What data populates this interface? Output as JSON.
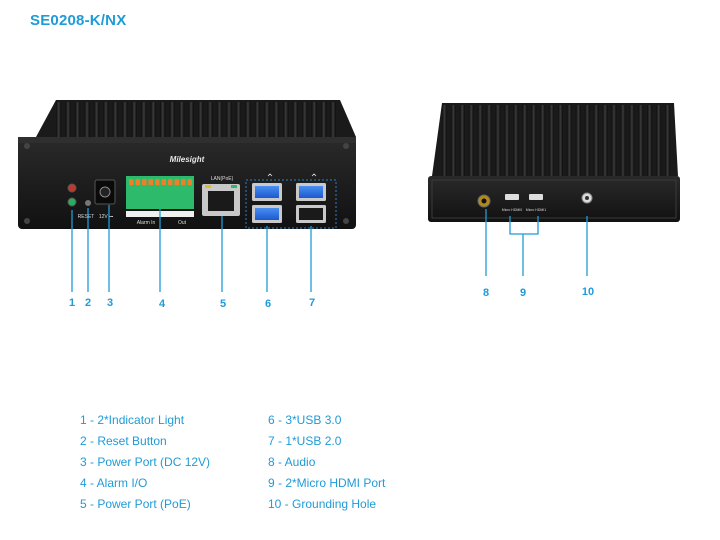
{
  "title": "SE0208-K/NX",
  "front_labels": {
    "lan": "LAN(PoE)",
    "reset": "RESET",
    "dc": "12V ⎓",
    "alarm_in": "Alarm In",
    "alarm_out": "Out",
    "brand": "Milesight"
  },
  "back_labels": {
    "hdmi0": "Micro HDMI0",
    "hdmi1": "Micro HDMI1"
  },
  "callouts": [
    "1",
    "2",
    "3",
    "4",
    "5",
    "6",
    "7",
    "8",
    "9",
    "10"
  ],
  "legend_left": [
    "1 - 2*Indicator Light",
    "2 - Reset Button",
    "3 - Power Port (DC 12V)",
    "4 - Alarm I/O",
    "5 - Power Port (PoE)"
  ],
  "legend_right": [
    "6 - 3*USB 3.0",
    "7 - 1*USB 2.0",
    "8 - Audio",
    "9 - 2*Micro HDMI Port",
    "10 - Grounding Hole"
  ]
}
